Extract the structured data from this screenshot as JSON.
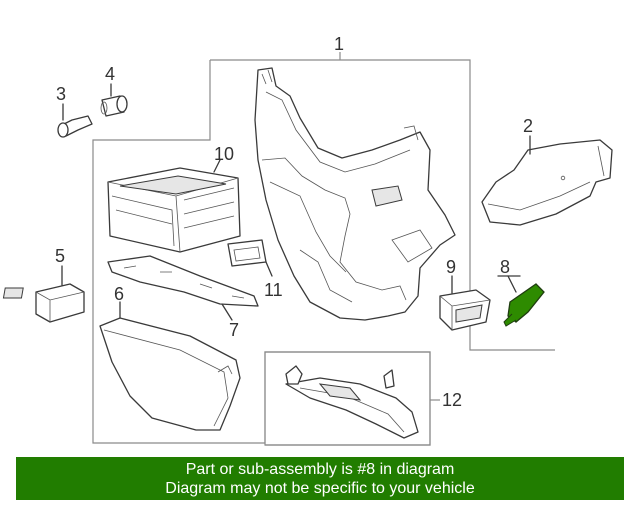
{
  "callouts": {
    "c1": "1",
    "c2": "2",
    "c3": "3",
    "c4": "4",
    "c5": "5",
    "c6": "6",
    "c7": "7",
    "c8": "8",
    "c9": "9",
    "c10": "10",
    "c11": "11",
    "c12": "12"
  },
  "highlight_part": "8",
  "colors": {
    "banner_bg": "#217d00",
    "banner_text": "#ffffff",
    "highlight_fill": "#2e8b00",
    "frame": "#8a8a8a",
    "line": "#3a3a3a"
  },
  "banner": {
    "line1": "Part or sub-assembly is #8 in diagram",
    "line2": "Diagram may not be specific to your vehicle"
  }
}
